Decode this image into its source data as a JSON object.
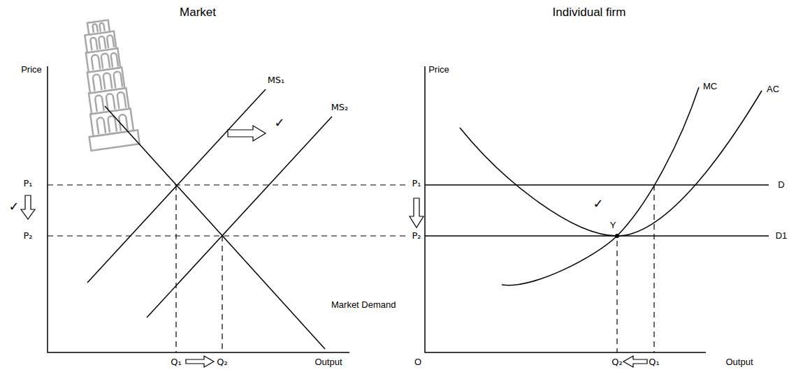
{
  "diagram": {
    "labels": [
      "Market",
      "Individual firm",
      "Price",
      "MS₁",
      "MS₂",
      "✓",
      "P₁",
      "✓",
      "P₂",
      "Market Demand",
      "Q₁",
      "Q₂",
      "Output",
      "Price",
      "MC",
      "AC",
      "P₁",
      "D",
      "✓",
      "Y",
      "P₂",
      "D1",
      "O",
      "Q₂",
      "Q₁",
      "Output"
    ]
  }
}
